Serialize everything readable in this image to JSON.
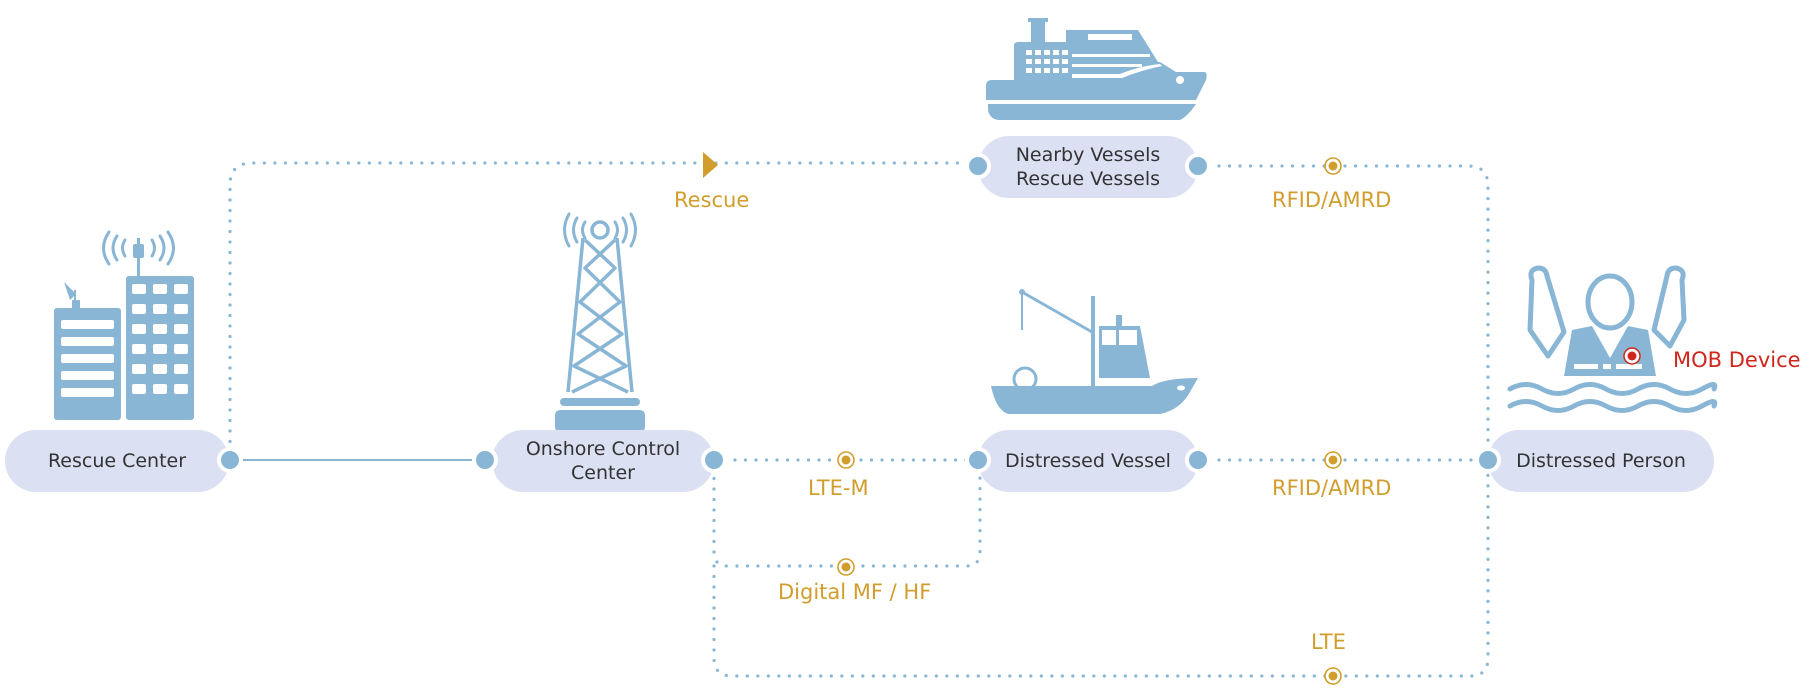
{
  "colors": {
    "icon_blue": "#8ab6d6",
    "pill_bg": "#dbe0f2",
    "link_dot": "#8ab6d6",
    "label_gold": "#d19e2d",
    "mob_red": "#d0271d",
    "text_dark": "#333333"
  },
  "nodes": {
    "rescue_center": {
      "label": "Rescue Center",
      "icon": "buildings-antenna-icon"
    },
    "onshore_control": {
      "line1": "Onshore Control",
      "line2": "Center",
      "icon": "radio-tower-icon"
    },
    "nearby_vessels": {
      "line1": "Nearby Vessels",
      "line2": "Rescue Vessels",
      "icon": "cruise-ship-icon"
    },
    "distressed_vessel": {
      "label": "Distressed Vessel",
      "icon": "fishing-boat-icon"
    },
    "distressed_person": {
      "label": "Distressed Person",
      "icon": "person-in-water-icon"
    }
  },
  "links": {
    "rescue": "Rescue",
    "rfid_top": "RFID/AMRD",
    "lte_m": "LTE-M",
    "rfid_mid": "RFID/AMRD",
    "digital_mf_hf": "Digital MF / HF",
    "lte": "LTE"
  },
  "device": {
    "label": "MOB Device"
  }
}
